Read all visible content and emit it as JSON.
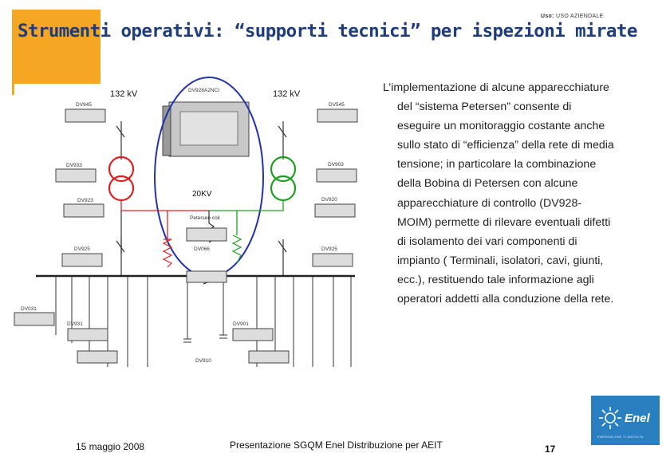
{
  "usage_label": "Uso:",
  "usage_value": "USO AZIENDALE",
  "title": "Strumenti operativi: “supporti tecnici” per ispezioni mirate",
  "body_lines": [
    "L’implementazione di alcune apparecchiature",
    "del “sistema Petersen” consente di",
    "eseguire un monitoraggio costante anche",
    "sullo stato di “efficienza” della rete di media",
    "tensione; in particolare la combinazione",
    "della Bobina di Petersen con  alcune",
    "apparecchiature di controllo (DV928-",
    "MOIM) permette di rilevare eventuali difetti",
    "di isolamento dei vari componenti di",
    "impianto ( Terminali, isolatori, cavi, giunti,",
    "ecc.), restituendo tale informazione agli",
    "operatori addetti alla conduzione della rete."
  ],
  "diagram": {
    "label_132kv_left": "132 kV",
    "label_132kv_right": "132 kV",
    "label_20kv": "20KV",
    "label_petersen": "Petersen coil",
    "label_dv928": "DV928A2NCI",
    "devices": {
      "dv945": "DV945",
      "dv933": "DV933",
      "dv923": "DV923",
      "dv925_left": "DV925",
      "dv545": "DV545",
      "dv903": "DV903",
      "dv920": "DV920",
      "dv925_right": "DV925",
      "dv066": "DV066",
      "dv931": "DV931",
      "dv901": "DV901",
      "dv910": "DV910",
      "dv031": "DV031"
    },
    "colors": {
      "left_transformer": "#e02020",
      "right_transformer": "#20a020",
      "ellipse": "#2233aa"
    }
  },
  "footer": {
    "date": "15 maggio 2008",
    "presentation": "Presentazione SGQM Enel Distribuzione per AEIT",
    "page": "17"
  },
  "logo": {
    "name": "Enel",
    "tagline": "ENERGIA CHE TI ASCOLTA"
  },
  "colors": {
    "title": "#1f3d7a",
    "accent_orange": "#f5a623",
    "logo_blue": "#2a7fc0"
  }
}
